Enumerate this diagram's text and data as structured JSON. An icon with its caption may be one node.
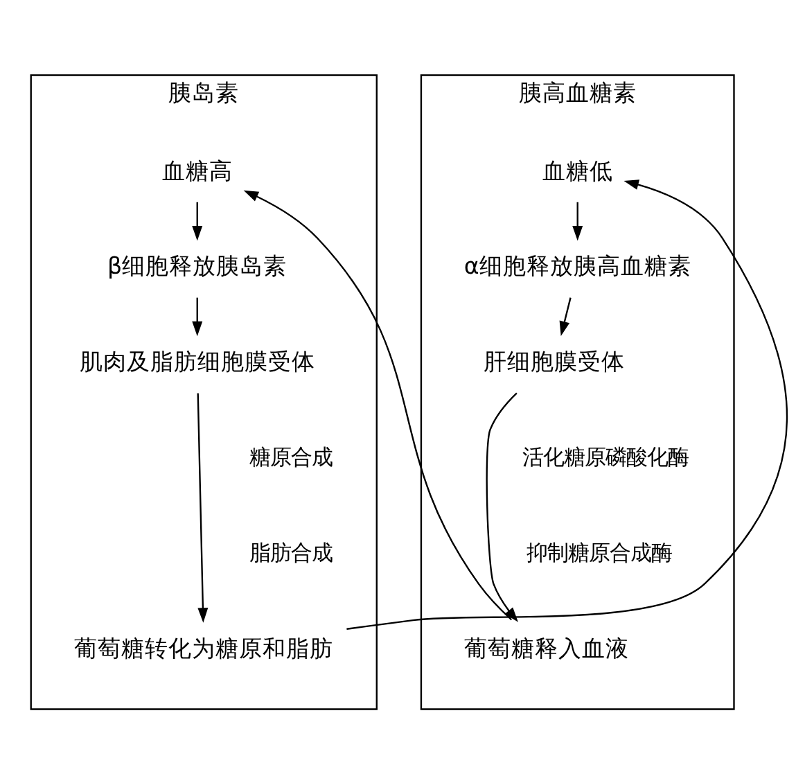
{
  "diagram": {
    "nodes": [
      {
        "text": [
          "胰岛素"
        ]
      },
      {
        "text": [
          "血糖高"
        ],
        "in": 0
      },
      {
        "text": [
          "β细胞释放胰岛素"
        ],
        "in": 0
      },
      {
        "text": [
          "肌肉及脂肪细胞膜受体"
        ],
        "in": 0
      },
      {
        "text": [
          "葡萄糖转化为糖原和脂肪"
        ],
        "in": 0
      },
      {
        "text": [
          "胰高血糖素"
        ]
      },
      {
        "text": [
          "血糖低"
        ],
        "in": 5
      },
      {
        "text": [
          "α细胞释放胰高血糖素"
        ],
        "in": 5
      },
      {
        "text": [
          "肝细胞膜受体"
        ],
        "in": 5
      },
      {
        "text": [
          "葡萄糖释入血液"
        ],
        "in": 5
      }
    ],
    "edges": [
      {
        "from": 1,
        "to": 2,
        "arrow": "to"
      },
      {
        "from": 2,
        "to": 3,
        "arrow": "to"
      },
      {
        "from": 3,
        "to": 4,
        "arrow": "to"
      },
      {
        "from": 6,
        "to": 7,
        "arrow": "to"
      },
      {
        "from": 7,
        "to": 8,
        "arrow": "to"
      },
      {
        "from": 8,
        "to": 9,
        "arrow": "to"
      },
      {
        "from": 4,
        "to": 6,
        "arrow": "to"
      },
      {
        "from": 9,
        "to": 1,
        "arrow": "to"
      }
    ],
    "labels": [
      "糖原合成",
      "脂肪合成",
      "活化糖原磷酸化酶",
      "抑制糖原合成酶"
    ]
  }
}
